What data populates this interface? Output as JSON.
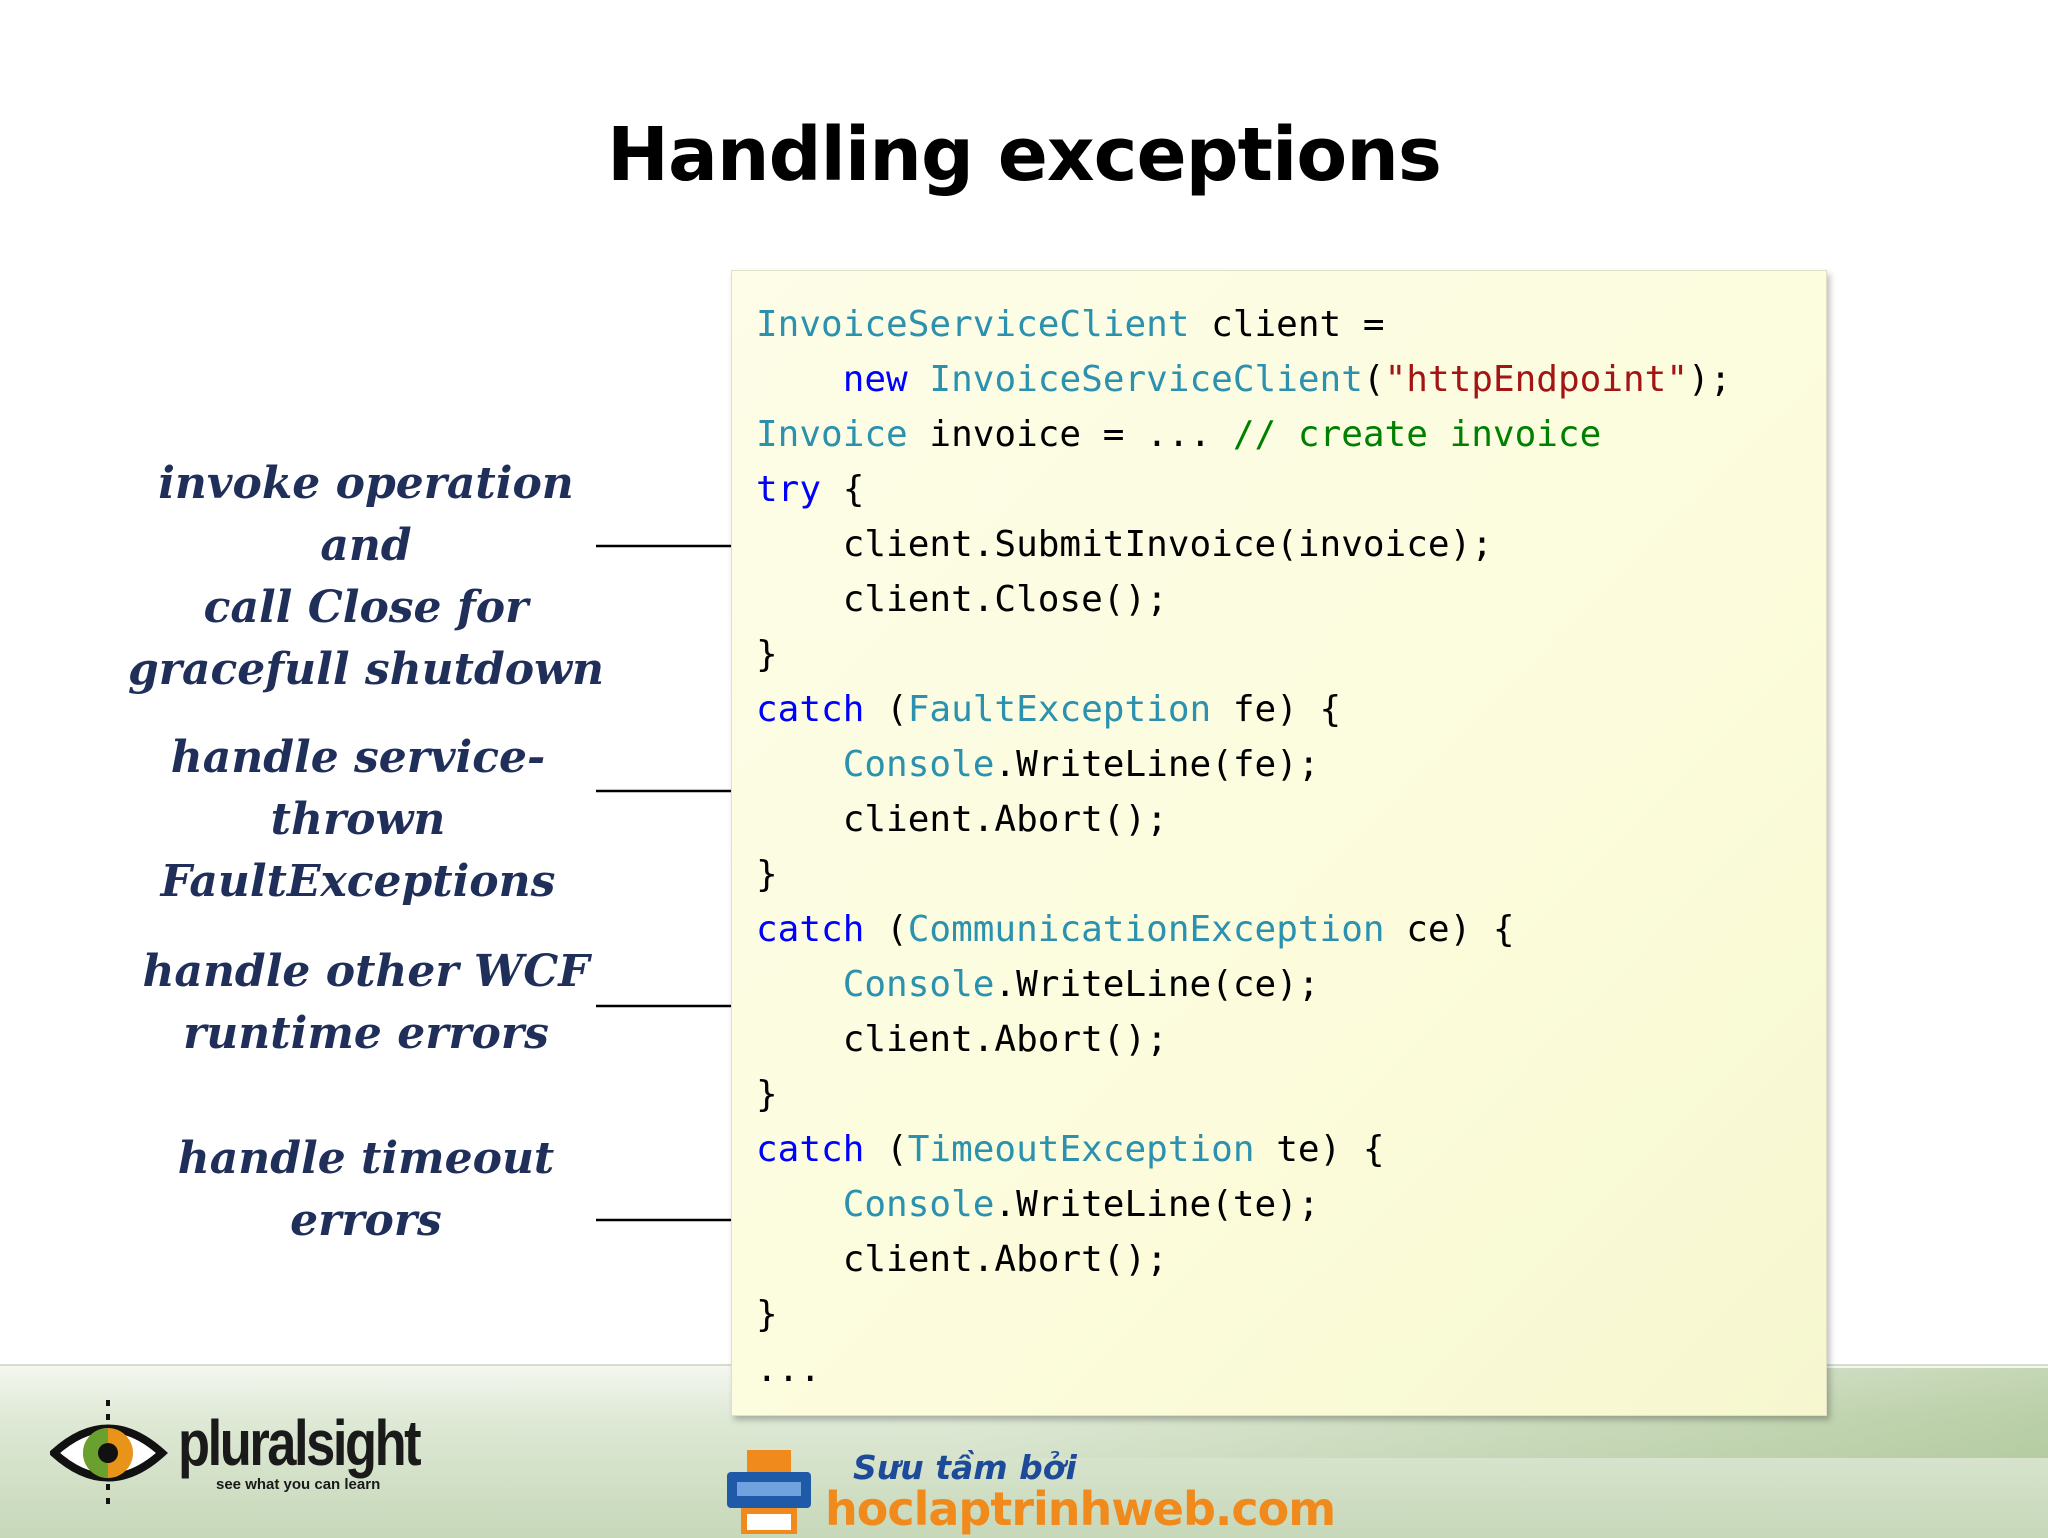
{
  "slide": {
    "title": "Handling exceptions",
    "annotations": [
      {
        "lines": [
          "invoke operation and",
          "call Close for",
          "gracefull shutdown"
        ]
      },
      {
        "lines": [
          "handle service-thrown",
          "FaultExceptions"
        ]
      },
      {
        "lines": [
          "handle other WCF",
          "runtime errors"
        ]
      },
      {
        "lines": [
          "handle timeout",
          "errors"
        ]
      }
    ],
    "code_lines": [
      [
        {
          "t": "InvoiceServiceClient",
          "c": "ty"
        },
        {
          "t": " client =",
          "c": ""
        }
      ],
      [
        {
          "t": "    ",
          "c": ""
        },
        {
          "t": "new",
          "c": "kw"
        },
        {
          "t": " ",
          "c": ""
        },
        {
          "t": "InvoiceServiceClient",
          "c": "ty"
        },
        {
          "t": "(",
          "c": ""
        },
        {
          "t": "\"httpEndpoint\"",
          "c": "str"
        },
        {
          "t": ");",
          "c": ""
        }
      ],
      [
        {
          "t": "Invoice",
          "c": "ty"
        },
        {
          "t": " invoice = ... ",
          "c": ""
        },
        {
          "t": "// create invoice",
          "c": "cm"
        }
      ],
      [
        {
          "t": "try",
          "c": "kw"
        },
        {
          "t": " {",
          "c": ""
        }
      ],
      [
        {
          "t": "    client.SubmitInvoice(invoice);",
          "c": ""
        }
      ],
      [
        {
          "t": "    client.Close();",
          "c": ""
        }
      ],
      [
        {
          "t": "}",
          "c": ""
        }
      ],
      [
        {
          "t": "catch",
          "c": "kw"
        },
        {
          "t": " (",
          "c": ""
        },
        {
          "t": "FaultException",
          "c": "ty"
        },
        {
          "t": " fe) {",
          "c": ""
        }
      ],
      [
        {
          "t": "    ",
          "c": ""
        },
        {
          "t": "Console",
          "c": "ty"
        },
        {
          "t": ".WriteLine(fe);",
          "c": ""
        }
      ],
      [
        {
          "t": "    client.Abort();",
          "c": ""
        }
      ],
      [
        {
          "t": "}",
          "c": ""
        }
      ],
      [
        {
          "t": "catch",
          "c": "kw"
        },
        {
          "t": " (",
          "c": ""
        },
        {
          "t": "CommunicationException",
          "c": "ty"
        },
        {
          "t": " ce) {",
          "c": ""
        }
      ],
      [
        {
          "t": "    ",
          "c": ""
        },
        {
          "t": "Console",
          "c": "ty"
        },
        {
          "t": ".WriteLine(ce);",
          "c": ""
        }
      ],
      [
        {
          "t": "    client.Abort();",
          "c": ""
        }
      ],
      [
        {
          "t": "}",
          "c": ""
        }
      ],
      [
        {
          "t": "catch",
          "c": "kw"
        },
        {
          "t": " (",
          "c": ""
        },
        {
          "t": "TimeoutException",
          "c": "ty"
        },
        {
          "t": " te) {",
          "c": ""
        }
      ],
      [
        {
          "t": "    ",
          "c": ""
        },
        {
          "t": "Console",
          "c": "ty"
        },
        {
          "t": ".WriteLine(te);",
          "c": ""
        }
      ],
      [
        {
          "t": "    client.Abort();",
          "c": ""
        }
      ],
      [
        {
          "t": "}",
          "c": ""
        }
      ],
      [
        {
          "t": "...",
          "c": ""
        }
      ]
    ]
  },
  "footer": {
    "pluralsight_logo": {
      "icon": "eye-icon",
      "name": "pluralsight",
      "tagline": "see what you can learn"
    },
    "source_logo": {
      "icon": "printer-icon",
      "caption": "Sưu tầm bởi",
      "site": "hoclaptrinhweb.com"
    }
  },
  "colors": {
    "keyword": "#0000ff",
    "type": "#2b91af",
    "string": "#a31515",
    "comment": "#008000",
    "annotation": "#1f2f5a",
    "code_background": "#fcfcdc"
  }
}
